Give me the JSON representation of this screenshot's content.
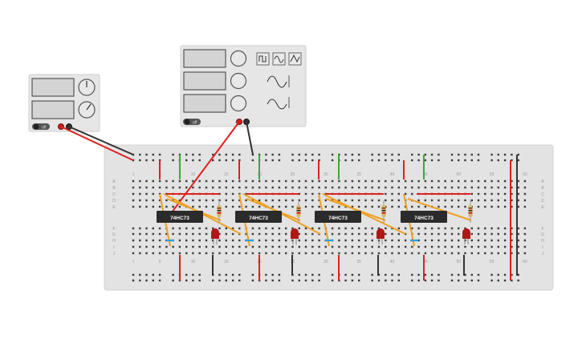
{
  "colors": {
    "breadboard": "#e3e3e3",
    "instrument": "#e6e6e6",
    "display": "#d4d4d4",
    "wire_red": "#e02020",
    "wire_black": "#333333",
    "wire_green": "#3aaa35",
    "wire_orange": "#f0a020",
    "wire_blue": "#2aa0e0",
    "chip": "#2b2b2b",
    "led": "#b01818"
  },
  "power_supply": {
    "toggle_label": "off"
  },
  "function_generator": {
    "toggle_label": "off",
    "waveforms": [
      "square-wave-icon",
      "sine-wave-icon",
      "triangle-wave-icon"
    ]
  },
  "breadboard": {
    "row_letters_top": [
      "A",
      "B",
      "C",
      "D",
      "E"
    ],
    "row_letters_bottom": [
      "F",
      "G",
      "H",
      "I",
      "J"
    ],
    "column_numbers": [
      "1",
      "5",
      "10",
      "15",
      "20",
      "25",
      "30",
      "35",
      "40",
      "45",
      "50",
      "55",
      "60"
    ]
  },
  "chips": [
    {
      "label": "74HC73"
    },
    {
      "label": "74HC73"
    },
    {
      "label": "74HC73"
    },
    {
      "label": "74HC73"
    }
  ]
}
